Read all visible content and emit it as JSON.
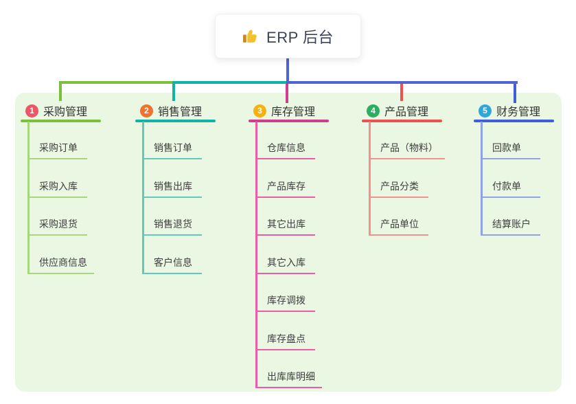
{
  "root": {
    "title": "ERP 后台",
    "icon": "thumbs-up-icon"
  },
  "panel": {
    "bg": "#eaf7e3"
  },
  "connectors": {
    "root_line_color": "#4f63d2"
  },
  "branches": [
    {
      "num": "1",
      "label": "采购管理",
      "badge_color": "#ee5566",
      "line_color": "#7cbf3f",
      "child_line_color": "#a9d57f",
      "children": [
        "采购订单",
        "采购入库",
        "采购退货",
        "供应商信息"
      ]
    },
    {
      "num": "2",
      "label": "销售管理",
      "badge_color": "#ee7330",
      "line_color": "#12b2a6",
      "child_line_color": "#5fc9bd",
      "children": [
        "销售订单",
        "销售出库",
        "销售退货",
        "客户信息"
      ]
    },
    {
      "num": "3",
      "label": "库存管理",
      "badge_color": "#f6b110",
      "line_color": "#ce3d8f",
      "child_line_color": "#ea5ca4",
      "children": [
        "仓库信息",
        "产品库存",
        "其它出库",
        "其它入库",
        "库存调拨",
        "库存盘点",
        "出库库明细"
      ]
    },
    {
      "num": "4",
      "label": "产品管理",
      "badge_color": "#2bad62",
      "line_color": "#ee5150",
      "child_line_color": "#f4918f",
      "children": [
        "产品（物料）",
        "产品分类",
        "产品单位"
      ]
    },
    {
      "num": "5",
      "label": "财务管理",
      "badge_color": "#2ea8dc",
      "line_color": "#3f5ed7",
      "child_line_color": "#8ca4e6",
      "children": [
        "回款单",
        "付款单",
        "结算账户"
      ]
    }
  ]
}
